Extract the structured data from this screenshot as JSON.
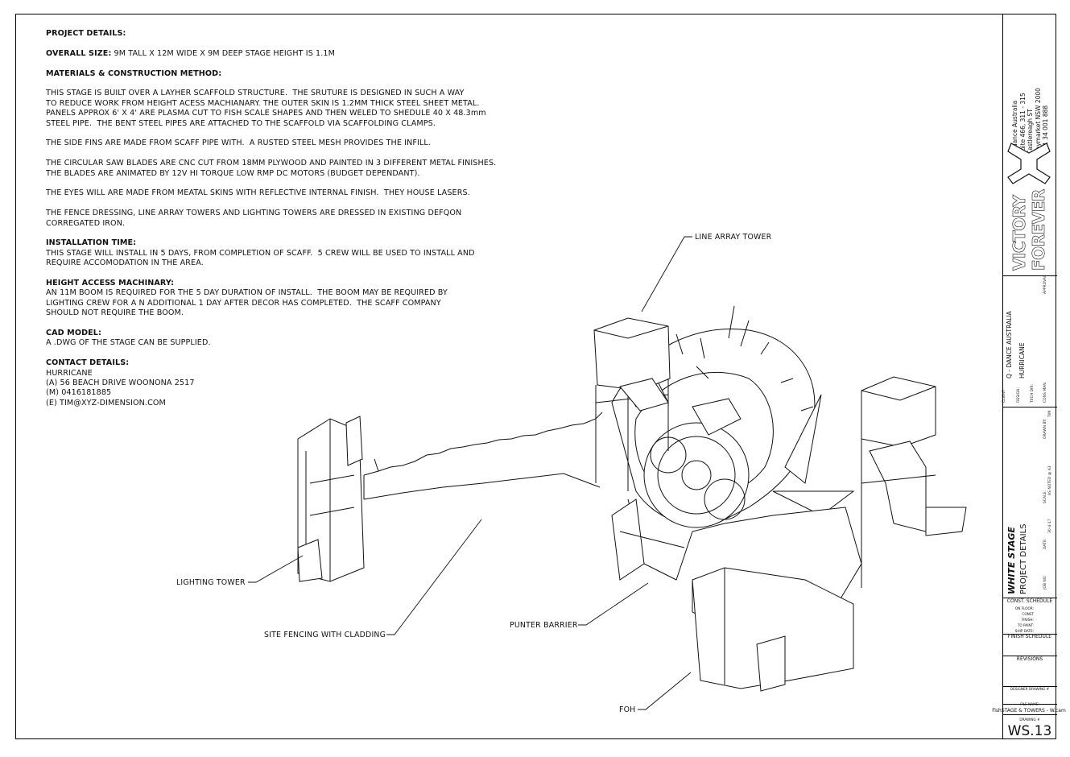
{
  "notes": {
    "project_details": "PROJECT DETAILS:",
    "overall_size_label": "OVERALL SIZE:",
    "overall_size_value": " 9M TALL X 12M WIDE X 9M DEEP STAGE HEIGHT IS 1.1M",
    "materials_heading": "MATERIALS & CONSTRUCTION METHOD:",
    "materials_lines": [
      "THIS STAGE IS BUILT OVER A LAYHER SCAFFOLD STRUCTURE.  THE SRUTURE IS DESIGNED IN SUCH A WAY",
      "TO REDUCE WORK FROM HEIGHT ACESS MACHIANARY. THE OUTER SKIN IS 1.2MM THICK STEEL SHEET METAL.",
      "PANELS APPROX 6' X 4' ARE PLASMA CUT TO FISH SCALE SHAPES AND THEN WELED TO SHEDULE 40 X 48.3mm",
      "STEEL PIPE.  THE BENT STEEL PIPES ARE ATTACHED TO THE SCAFFOLD VIA SCAFFOLDING CLAMPS."
    ],
    "fins_line": "THE SIDE FINS ARE MADE FROM SCAFF PIPE WITH.  A RUSTED STEEL MESH PROVIDES THE INFILL.",
    "saw_lines": [
      "THE CIRCULAR SAW BLADES ARE CNC CUT FROM 18MM PLYWOOD AND PAINTED IN 3 DIFFERENT METAL FINISHES.",
      "THE BLADES ARE ANIMATED BY 12V HI TORQUE LOW RMP DC MOTORS (BUDGET DEPENDANT)."
    ],
    "eyes_line": "THE EYES WILL ARE MADE FROM MEATAL SKINS WITH REFLECTIVE INTERNAL FINISH.  THEY HOUSE LASERS.",
    "fence_lines": [
      "THE FENCE DRESSING, LINE ARRAY TOWERS AND LIGHTING TOWERS ARE DRESSED IN EXISTING DEFQON",
      "CORREGATED IRON."
    ],
    "install_heading": "INSTALLATION TIME:",
    "install_lines": [
      "THIS STAGE WILL INSTALL IN 5 DAYS, FROM COMPLETION OF SCAFF.  5 CREW WILL BE USED TO INSTALL AND",
      "REQUIRE ACCOMODATION IN THE AREA."
    ],
    "height_heading": "HEIGHT ACCESS MACHINARY:",
    "height_lines": [
      "AN 11M BOOM IS REQUIRED FOR THE 5 DAY DURATION OF INSTALL.  THE BOOM MAY BE REQUIRED BY",
      "LIGHTING CREW FOR A N ADDITIONAL 1 DAY AFTER DECOR HAS COMPLETED.  THE SCAFF COMPANY",
      "SHOULD NOT REQUIRE THE BOOM."
    ],
    "cad_heading": "CAD MODEL:",
    "cad_line": "A .DWG OF THE STAGE CAN BE SUPPLIED.",
    "contact_heading": "CONTACT DETAILS:",
    "contact_lines": [
      "HURRICANE",
      "(A) 56 BEACH DRIVE WOONONA 2517",
      "(M) 0416181885",
      "(E) TIM@XYZ-DIMENSION.COM"
    ]
  },
  "callouts": {
    "line_array_tower": "LINE ARRAY TOWER",
    "lighting_tower": "LIGHTING TOWER",
    "site_fencing": "SITE FENCING WITH CLADDING",
    "punter_barrier": "PUNTER BARRIER",
    "foh": "FOH"
  },
  "title_block": {
    "company_lines": [
      "Q-dance Australia",
      "Suite 466, 311 - 315",
      "Castlereagh ST",
      "Haymarket NSW 2000",
      "+61 34 001 888"
    ],
    "brand_top": "VICTORY",
    "brand_bottom": "FOREVER",
    "approval_label": "APPROVAL",
    "client_label": "CLIENT",
    "client_value": "Q - DANCE AUSTRALIA",
    "design_label": "DESIGN:",
    "design_value": "HURRICANE",
    "tech_dir_label": "TECH DIR:",
    "cons_man_label": "CONS MAN:",
    "drawn_by_label": "DRAWN BY:",
    "drawn_by_value": "TIM",
    "scale_label": "SCALE:",
    "scale_value": "AS NOTED @ A3",
    "date_label": "DATE:",
    "date_value": "30-4-17",
    "job_no_label": "JOB NO:",
    "stage_name": "WHITE STAGE",
    "sheet_title": "PROJECT DETAILS",
    "const_schedule": "CONST. SCHEDULE",
    "on_floor": "ON FLOOR:",
    "const_finish": "CONST FINISH:",
    "to_paint": "TO PAINT:",
    "ship_date": "SHIP DATE:",
    "finish_schedule": "FINISH SCHEDULE",
    "revisions": "REVISIONS",
    "designer_drawing": "DESIGNER DRAWING #",
    "file_name_label": "FILE NAME:",
    "file_name_value": "FishSTAGE & TOWERS - W.cam",
    "drawing_label": "DRAWING #",
    "drawing_number": "WS.13"
  }
}
